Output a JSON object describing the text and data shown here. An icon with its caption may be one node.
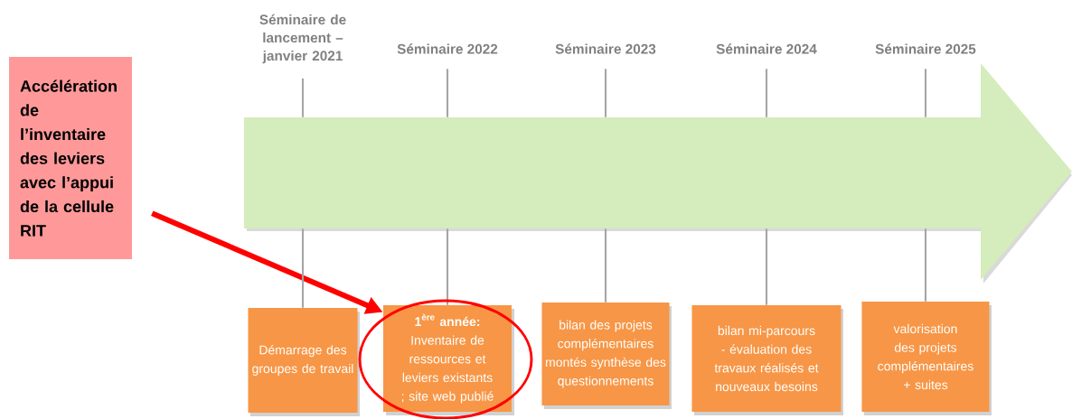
{
  "diagram": {
    "nodes": [
      {
        "text": [
          "Accélération de l’inventaire des leviers avec l’appui de la cellule RIT"
        ]
      },
      {
        "text": [
          "Séminaire de lancement – janvier 2021"
        ]
      },
      {
        "text": [
          "Séminaire 2022"
        ]
      },
      {
        "text": [
          "Séminaire 2023"
        ]
      },
      {
        "text": [
          "Séminaire 2024"
        ]
      },
      {
        "text": [
          "Séminaire 2025"
        ]
      },
      {
        "text": [
          "Démarrage des groupes de travail"
        ]
      },
      {
        "text": [
          "\\text{1}^{\\text{ère}}\\text{ année:}",
          "Inventaire de ressources  et leviers existants ; site web publié"
        ]
      },
      {
        "text": [
          "bilan des projets complémentaires montés synthèse des questionnements"
        ]
      },
      {
        "text": [
          "bilan mi-parcours - évaluation des travaux réalisés et nouveaux besoins"
        ]
      },
      {
        "text": [
          "valorisation des projets complémentaires + suites"
        ]
      },
      {
        "text": [],
        "shape": "arrow"
      }
    ],
    "edges": [
      {
        "from": 0,
        "to": 7,
        "arrow": "to",
        "style": "thick",
        "color": "#ff0000"
      },
      {
        "from": 1,
        "to": 11,
        "arrow": "none"
      },
      {
        "from": 11,
        "to": 6,
        "arrow": "none"
      },
      {
        "from": 2,
        "to": 11,
        "arrow": "none"
      },
      {
        "from": 11,
        "to": 7,
        "arrow": "none"
      },
      {
        "from": 3,
        "to": 11,
        "arrow": "none"
      },
      {
        "from": 11,
        "to": 8,
        "arrow": "none"
      },
      {
        "from": 4,
        "to": 11,
        "arrow": "none"
      },
      {
        "from": 11,
        "to": 9,
        "arrow": "none"
      },
      {
        "from": 5,
        "to": 11,
        "arrow": "none"
      },
      {
        "from": 11,
        "to": 10,
        "arrow": "none"
      }
    ]
  }
}
